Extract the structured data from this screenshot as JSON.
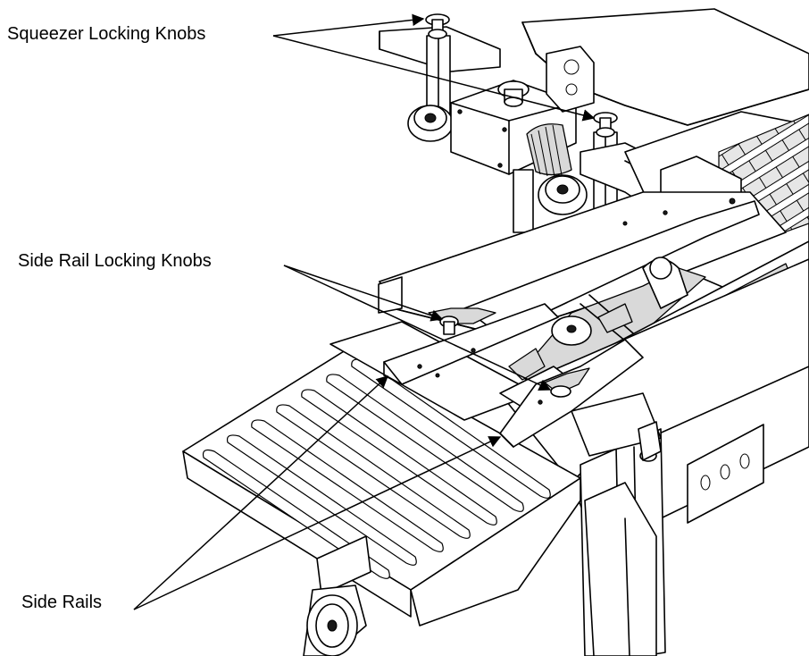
{
  "labels": {
    "squeezer_locking_knobs": "Squeezer Locking Knobs",
    "side_rail_locking_knobs": "Side Rail Locking Knobs",
    "side_rails": "Side Rails"
  }
}
